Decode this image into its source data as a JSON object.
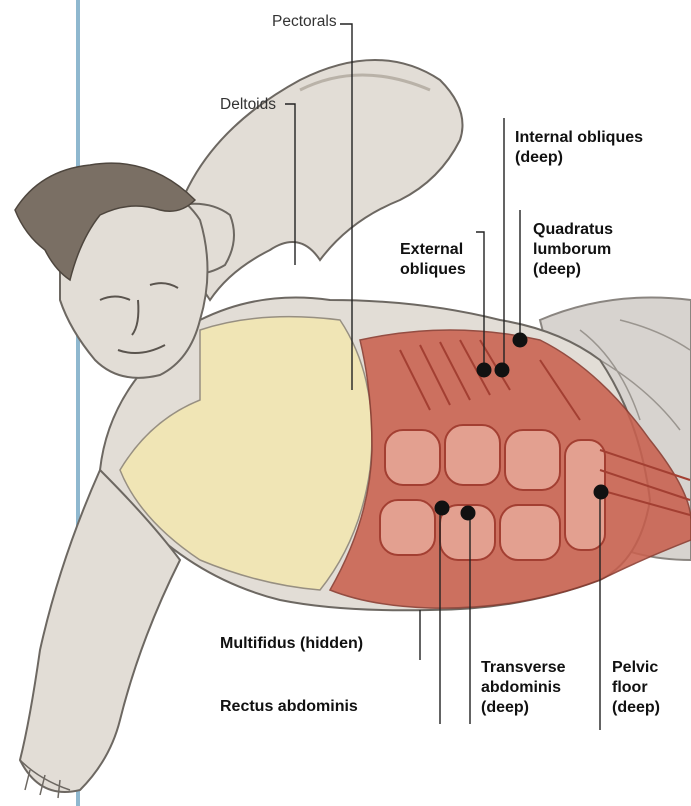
{
  "labels": {
    "pectorals": "Pectorals",
    "deltoids": "Deltoids",
    "internal_obliques": "Internal obliques\n(deep)",
    "quadratus_lumborum": "Quadratus\nlumborum\n(deep)",
    "external_obliques": "External\nobliques",
    "multifidus": "Multifidus (hidden)",
    "rectus_abdominis": "Rectus abdominis",
    "transverse_abdominis": "Transverse\nabdominis\n(deep)",
    "pelvic_floor": "Pelvic\nfloor\n(deep)"
  },
  "colors": {
    "skin": "#e2ddd6",
    "skin_shadow": "#b9b2a8",
    "outline": "#6d6862",
    "muscle": "#c9614f",
    "muscle_dark": "#a33f32",
    "muscle_light": "#e3a090",
    "vest": "#f3e7b0",
    "hair": "#7a6f64",
    "leader": "#222222",
    "marker": "#111111",
    "frame_line": "#8fb8cf",
    "shorts": "#d7d3cf"
  }
}
